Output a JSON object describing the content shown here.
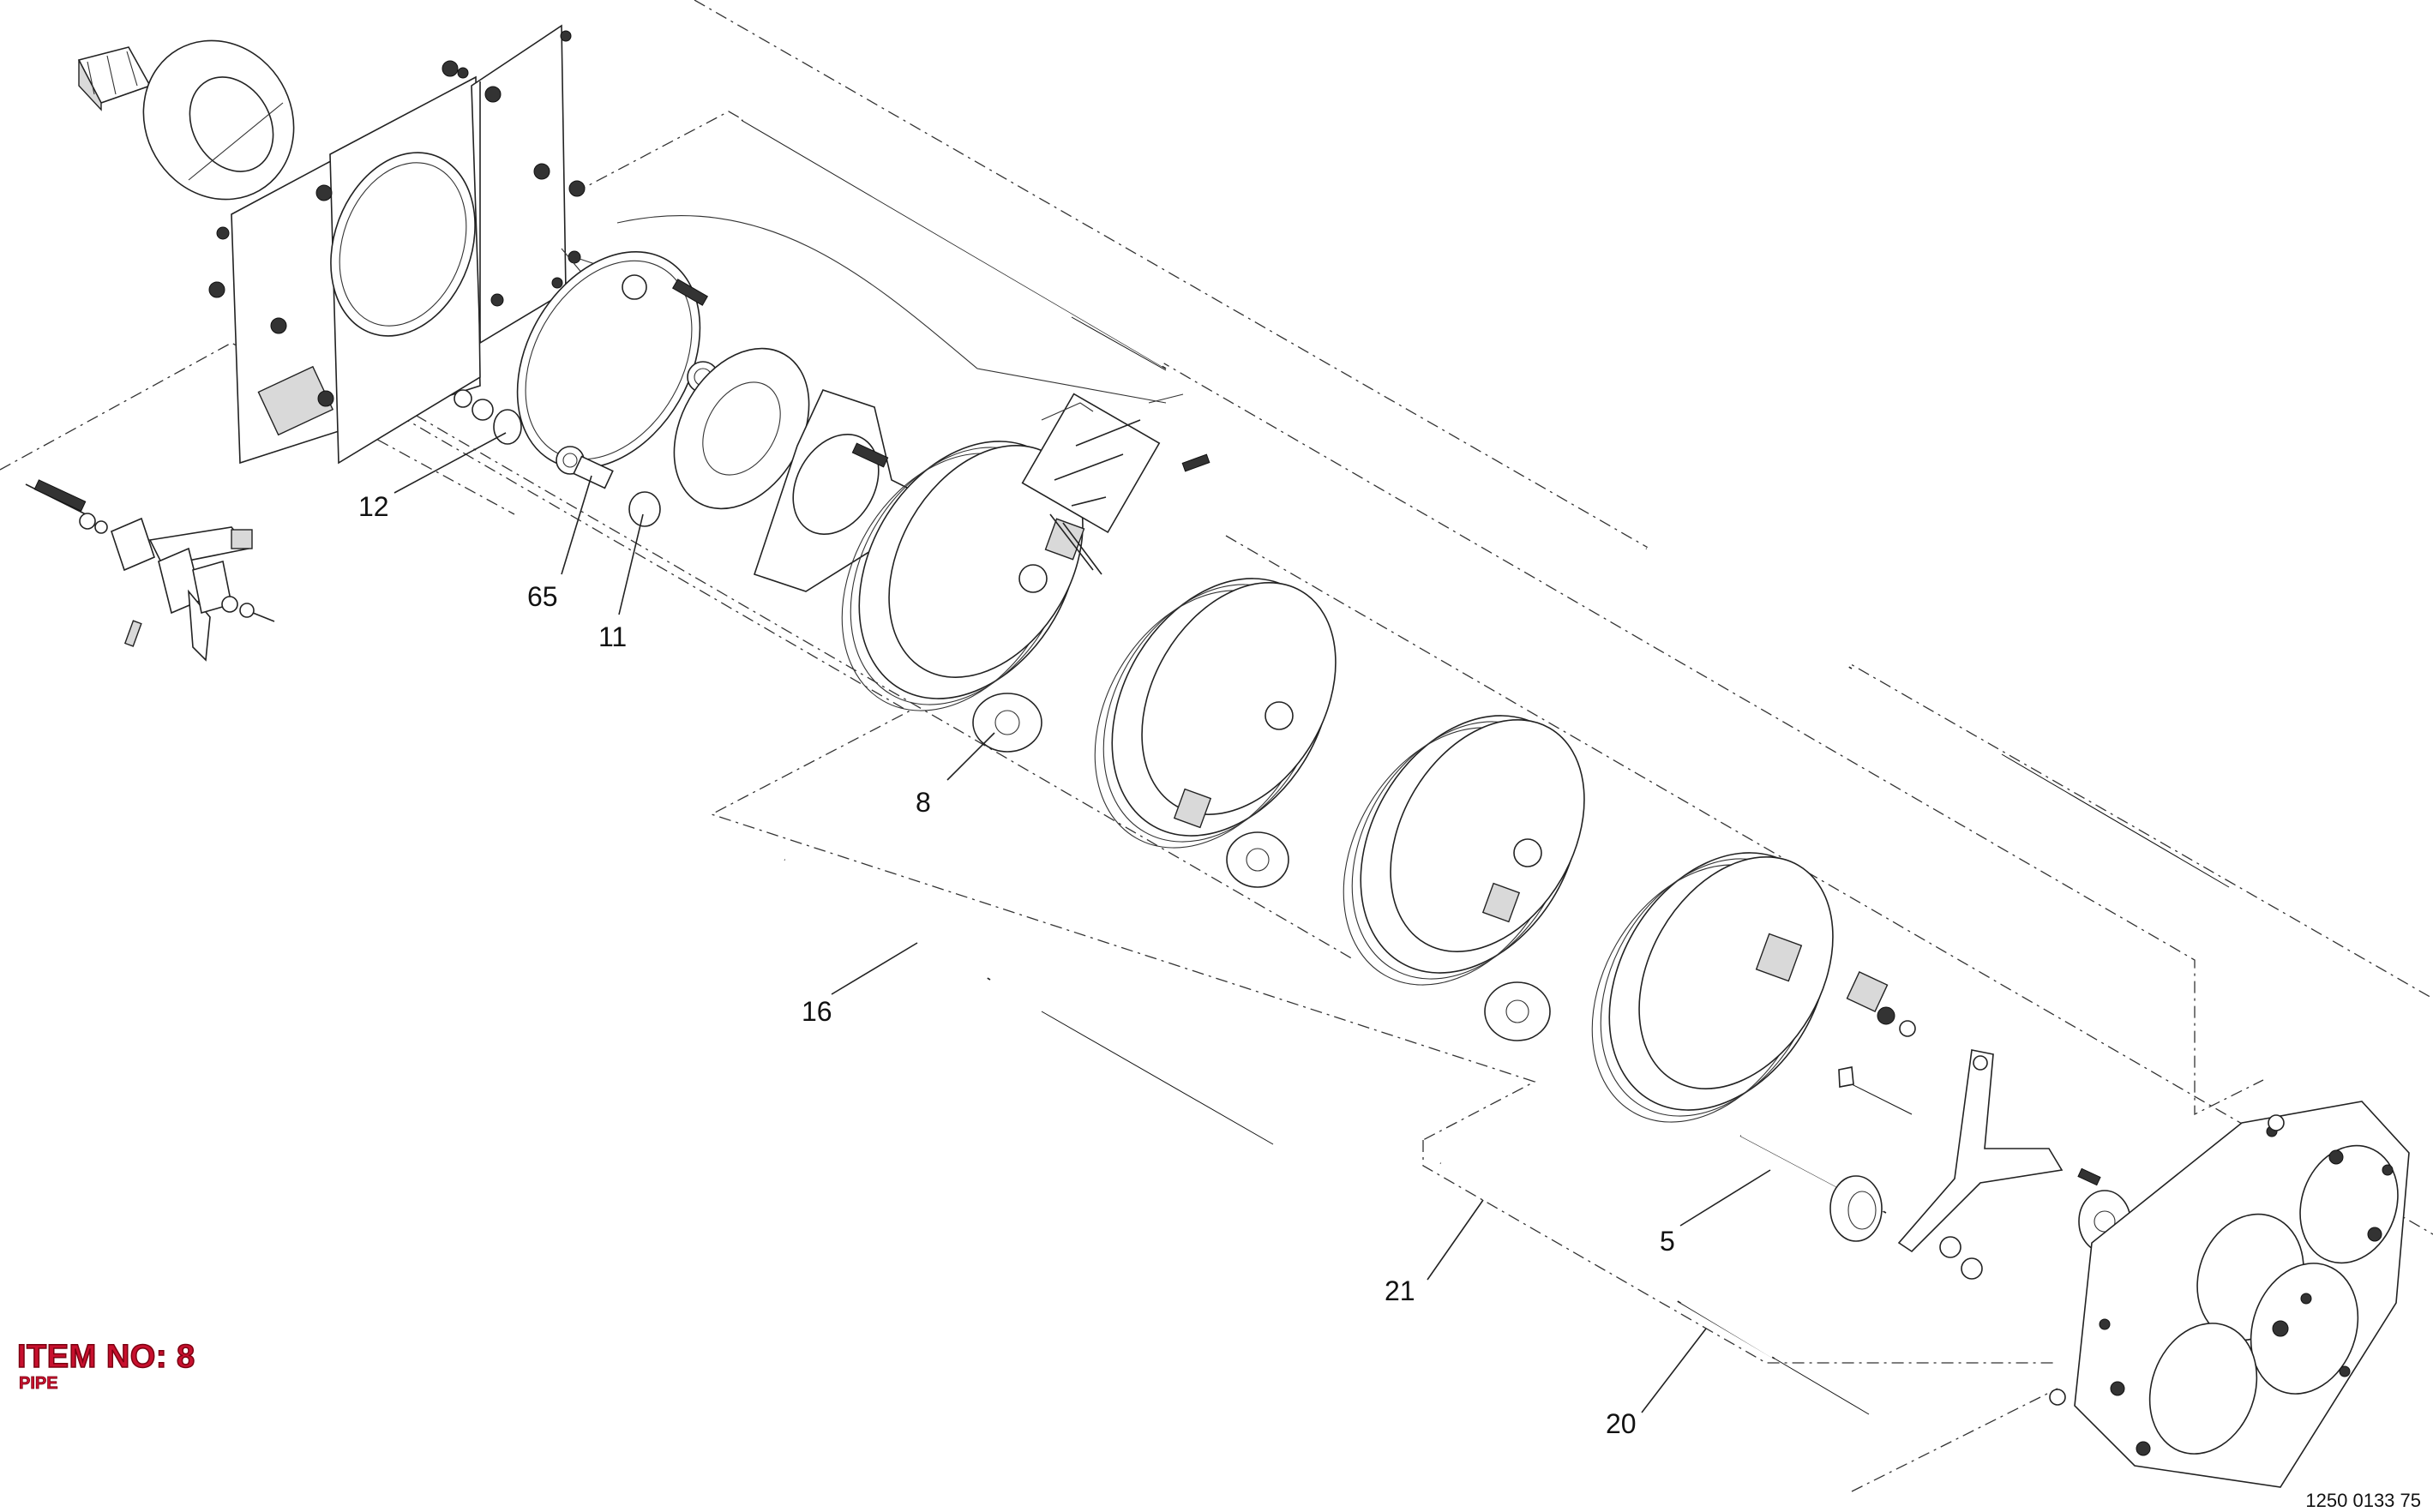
{
  "item": {
    "title": "ITEM NO: 8",
    "subtitle": "PIPE"
  },
  "document_number": "1250 0133 75",
  "callouts": [
    {
      "id": "12",
      "label": "12"
    },
    {
      "id": "65",
      "label": "65"
    },
    {
      "id": "11",
      "label": "11"
    },
    {
      "id": "8",
      "label": "8"
    },
    {
      "id": "16",
      "label": "16"
    },
    {
      "id": "5",
      "label": "5"
    },
    {
      "id": "21",
      "label": "21"
    },
    {
      "id": "20",
      "label": "20"
    }
  ],
  "colors": {
    "highlight": "#c8102e",
    "linework": "#222222",
    "background": "#ffffff"
  }
}
